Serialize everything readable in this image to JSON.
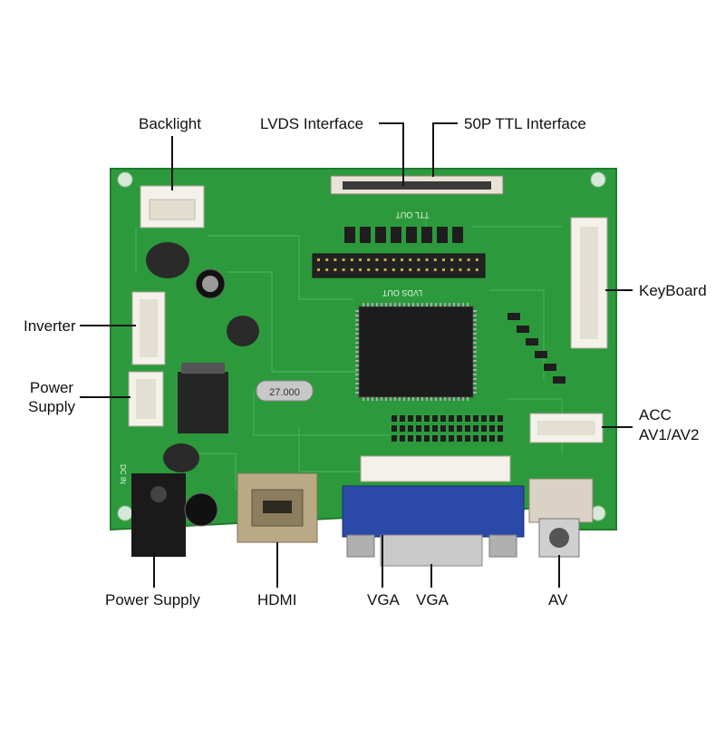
{
  "labels": {
    "backlight": "Backlight",
    "lvds_interface": "LVDS Interface",
    "ttl_interface": "50P TTL Interface",
    "keyboard": "KeyBoard",
    "inverter": "Inverter",
    "power_supply_left_line1": "Power",
    "power_supply_left_line2": "Supply",
    "acc": "ACC",
    "av1_av2": "AV1/AV2",
    "power_supply_bottom": "Power Supply",
    "hdmi": "HDMI",
    "vga_1": "VGA",
    "vga_2": "VGA",
    "av": "AV"
  },
  "board_print": {
    "ttl_out": "TTL OUT",
    "lvds_out": "LVDS OUT",
    "crystal": "27.000",
    "dc_in": "DC IN"
  },
  "colors": {
    "pcb": "#2c9a3c",
    "pcb_dark": "#1f7a2c",
    "chip": "#1c1c1c",
    "connector": "#f3f1ea",
    "vga_blue": "#2b49a8",
    "hdmi_metal": "#b9a985",
    "leader": "#111111"
  }
}
